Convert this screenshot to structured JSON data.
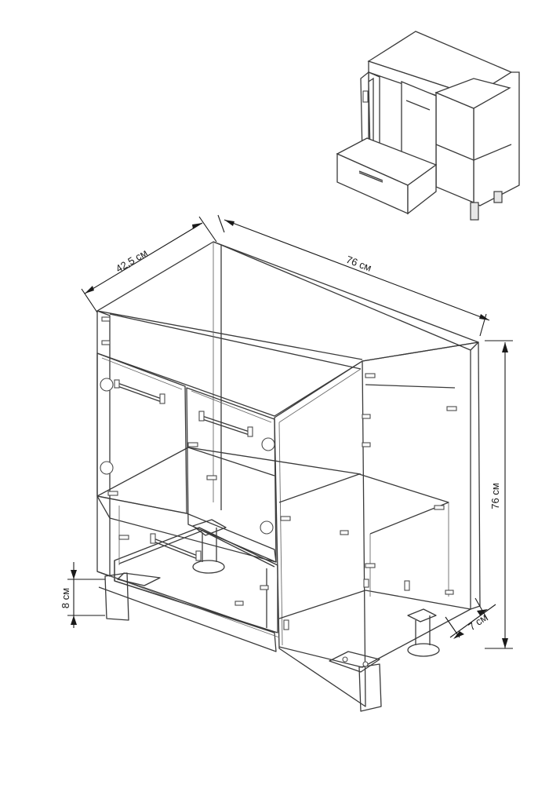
{
  "dimensions": {
    "depth": "42,5 см",
    "width": "76 см",
    "height": "76 см",
    "plinth": "8 см",
    "leg": "7 см"
  },
  "colors": {
    "line": "#3a3a3a",
    "shade": "#e6e6e6",
    "dimension": "#1a1a1a"
  }
}
